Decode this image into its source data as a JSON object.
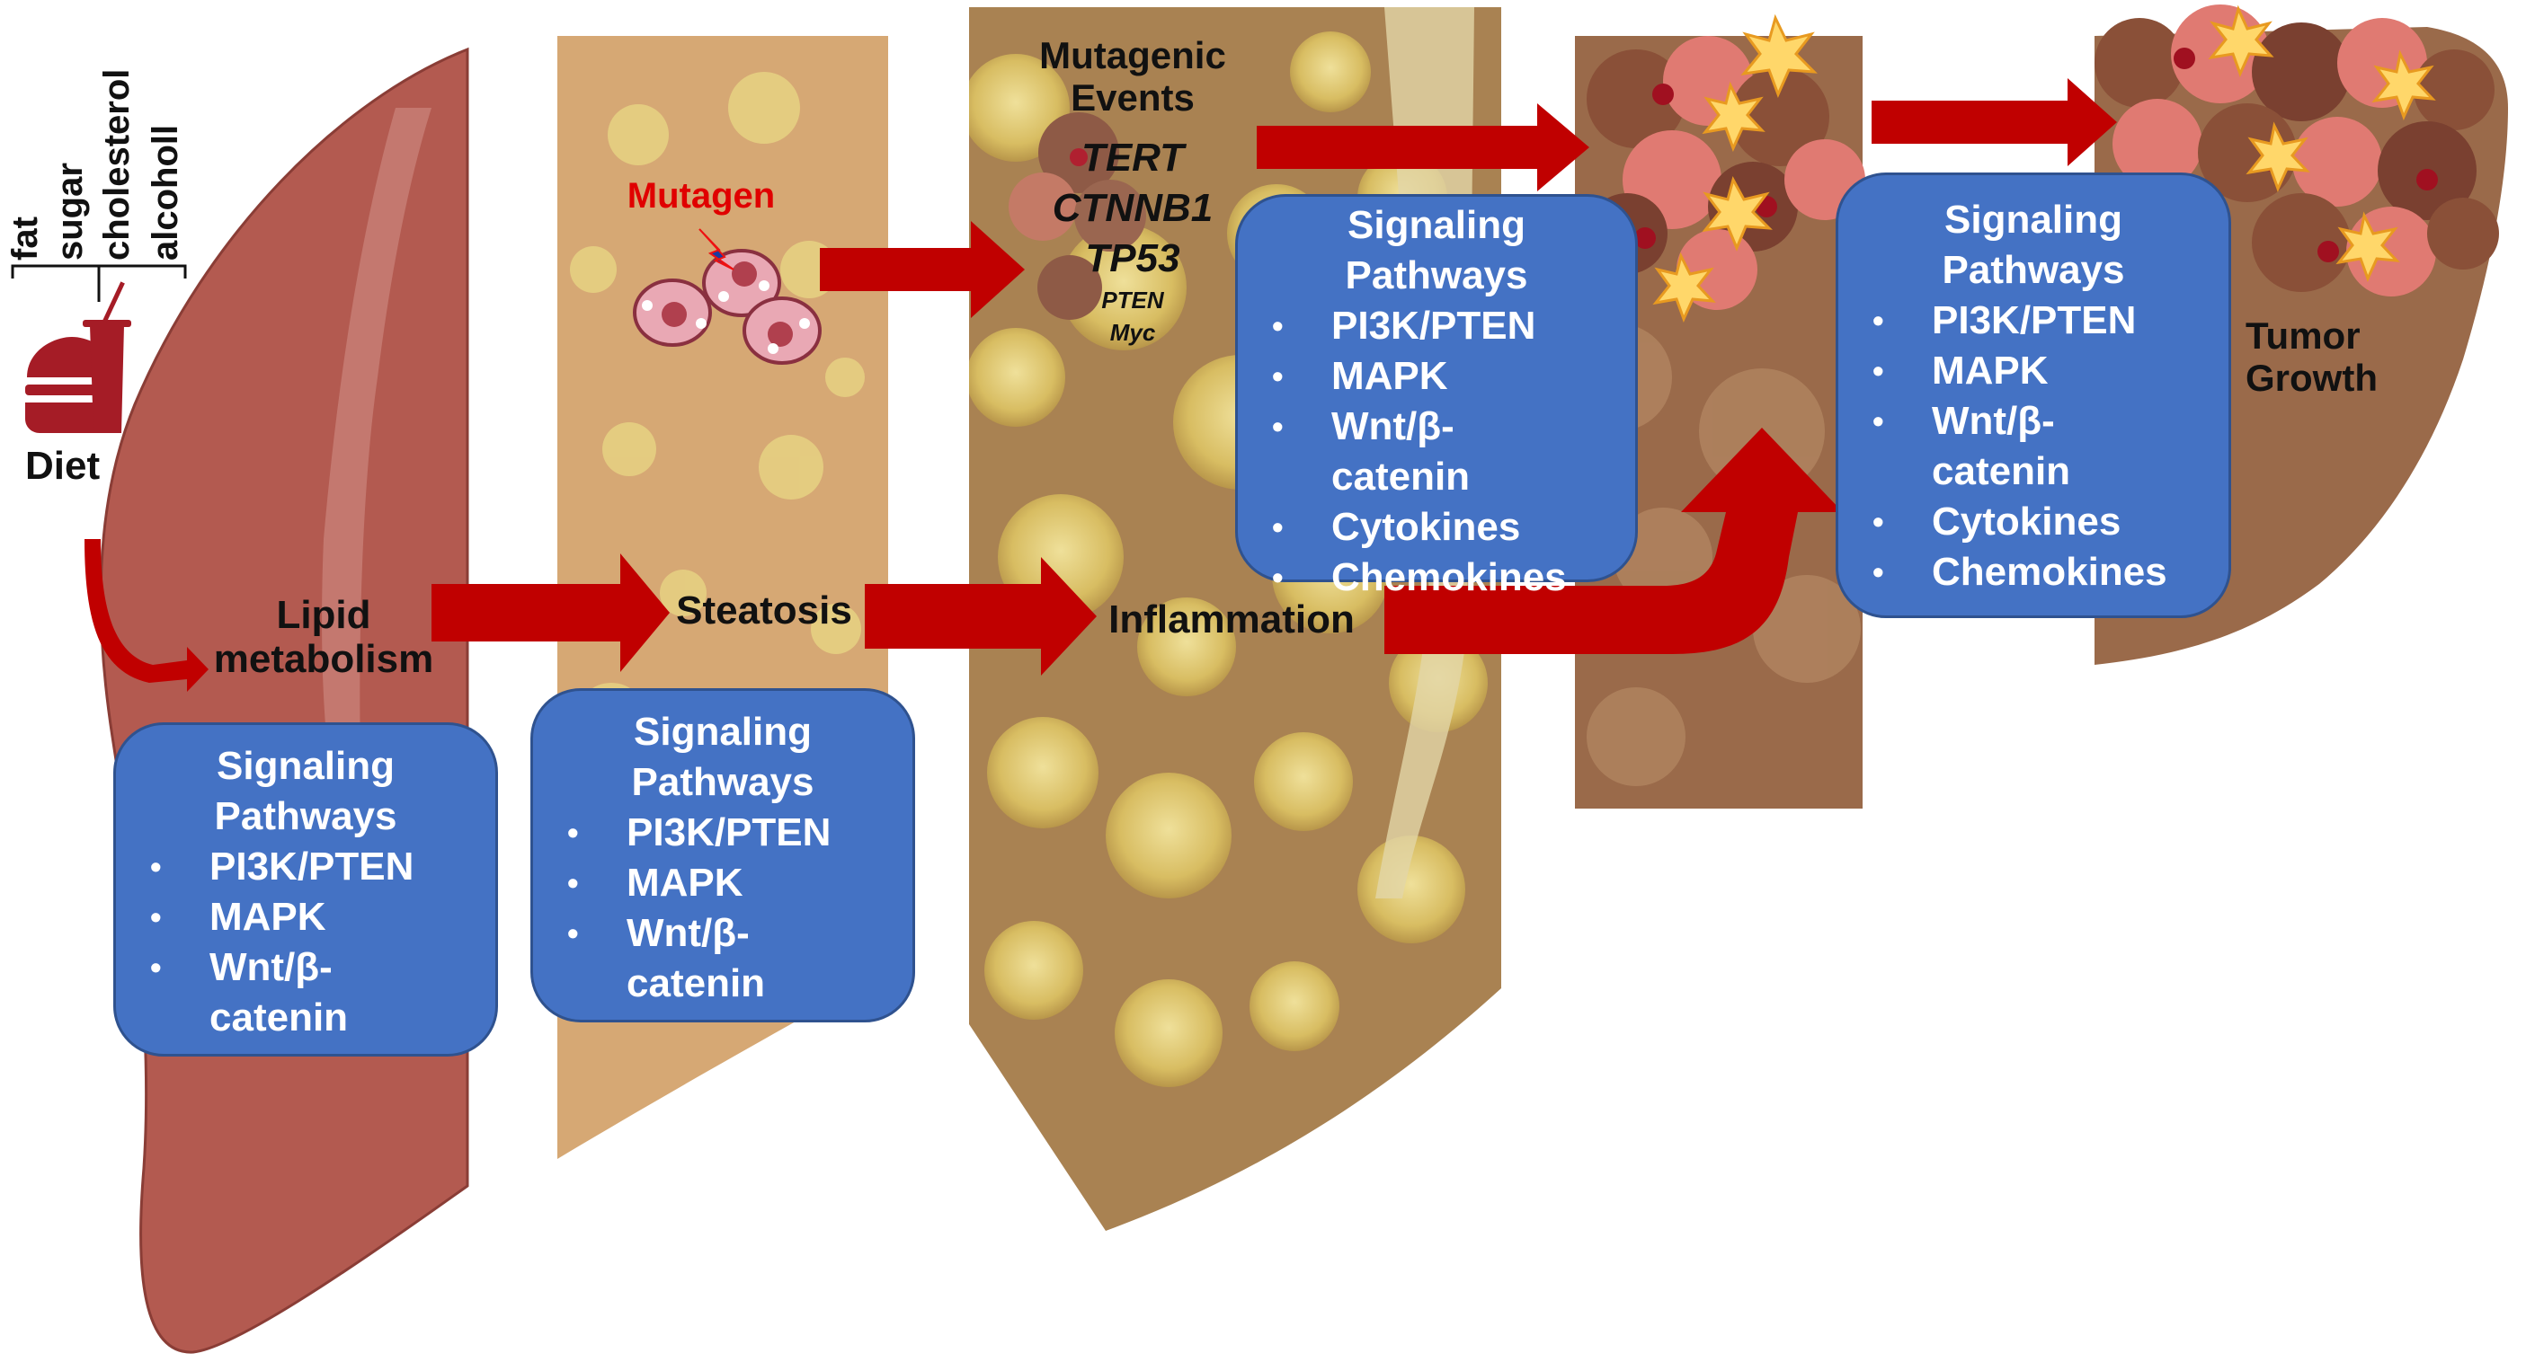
{
  "diet": {
    "label": "Diet",
    "items": [
      "fat",
      "sugar",
      "cholesterol",
      "alcoholl"
    ],
    "icon": "fast-food-icon"
  },
  "stages": {
    "lipid": "Lipid\nmetabolism",
    "steatosis": "Steatosis",
    "inflammation": "Inflammation",
    "mutagen": "Mutagen",
    "mutagenic_events": {
      "title": "Mutagenic\nEvents",
      "genes_major": [
        "TERT",
        "CTNNB1",
        "TP53"
      ],
      "genes_minor": [
        "PTEN",
        "Myc"
      ]
    },
    "tumor_growth": "Tumor\nGrowth"
  },
  "boxes": [
    {
      "title": "Signaling\nPathways",
      "items": [
        "PI3K/PTEN",
        "MAPK",
        "Wnt/β-\ncatenin"
      ]
    },
    {
      "title": "Signaling\nPathways",
      "items": [
        "PI3K/PTEN",
        "MAPK",
        "Wnt/β-\ncatenin"
      ]
    },
    {
      "title": "Signaling\nPathways",
      "items": [
        "PI3K/PTEN",
        "MAPK",
        "Wnt/β-\ncatenin",
        "Cytokines",
        "Chemokines"
      ]
    },
    {
      "title": "Signaling\nPathways",
      "items": [
        "PI3K/PTEN",
        "MAPK",
        "Wnt/β-\ncatenin",
        "Cytokines",
        "Chemokines"
      ]
    }
  ],
  "colors": {
    "arrow": "#c00000",
    "box": "#4472c4",
    "mutagen_text": "#e00000",
    "liver_healthy": "#b35a50",
    "liver_fatty": "#d6a874",
    "fat_droplet": "#e2c875",
    "tumor_tissue": "#9a6a4a"
  }
}
